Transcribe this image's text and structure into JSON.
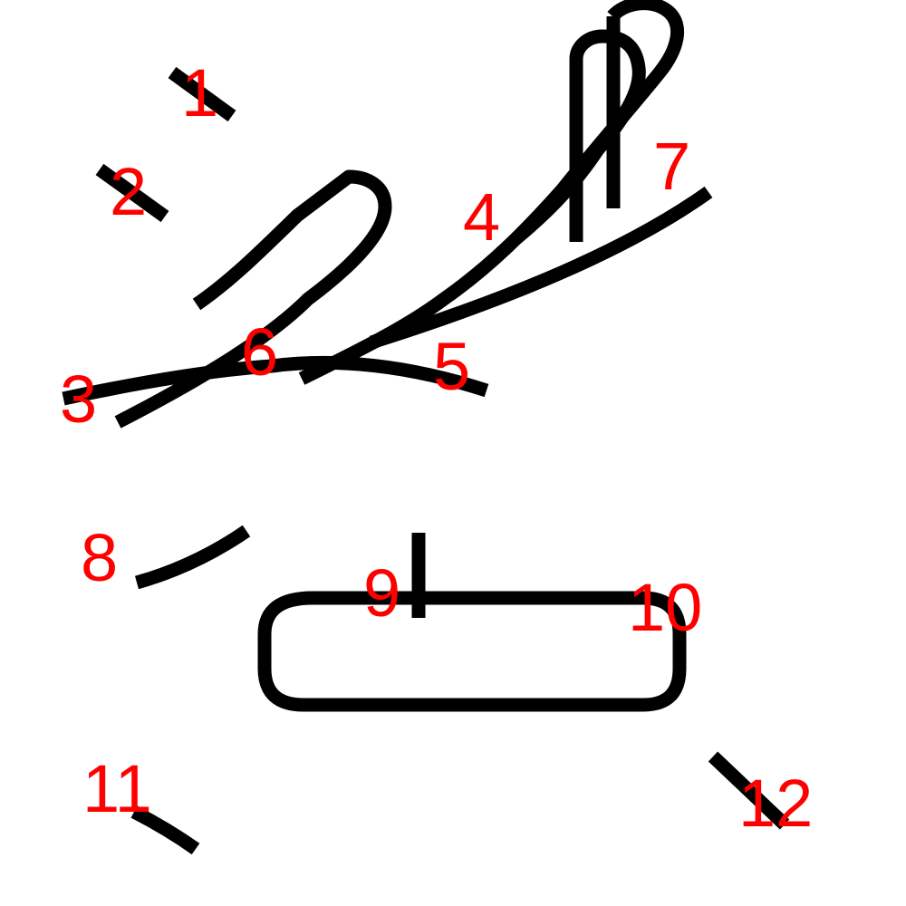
{
  "colors": {
    "background": "#ffffff",
    "stroke": "#000000",
    "label": "#ff0000"
  },
  "labels": {
    "l1": "1",
    "l2": "2",
    "l3": "3",
    "l4": "4",
    "l5": "5",
    "l6": "6",
    "l7": "7",
    "l8": "8",
    "l9": "9",
    "l10": "10",
    "l11": "11",
    "l12": "12"
  }
}
